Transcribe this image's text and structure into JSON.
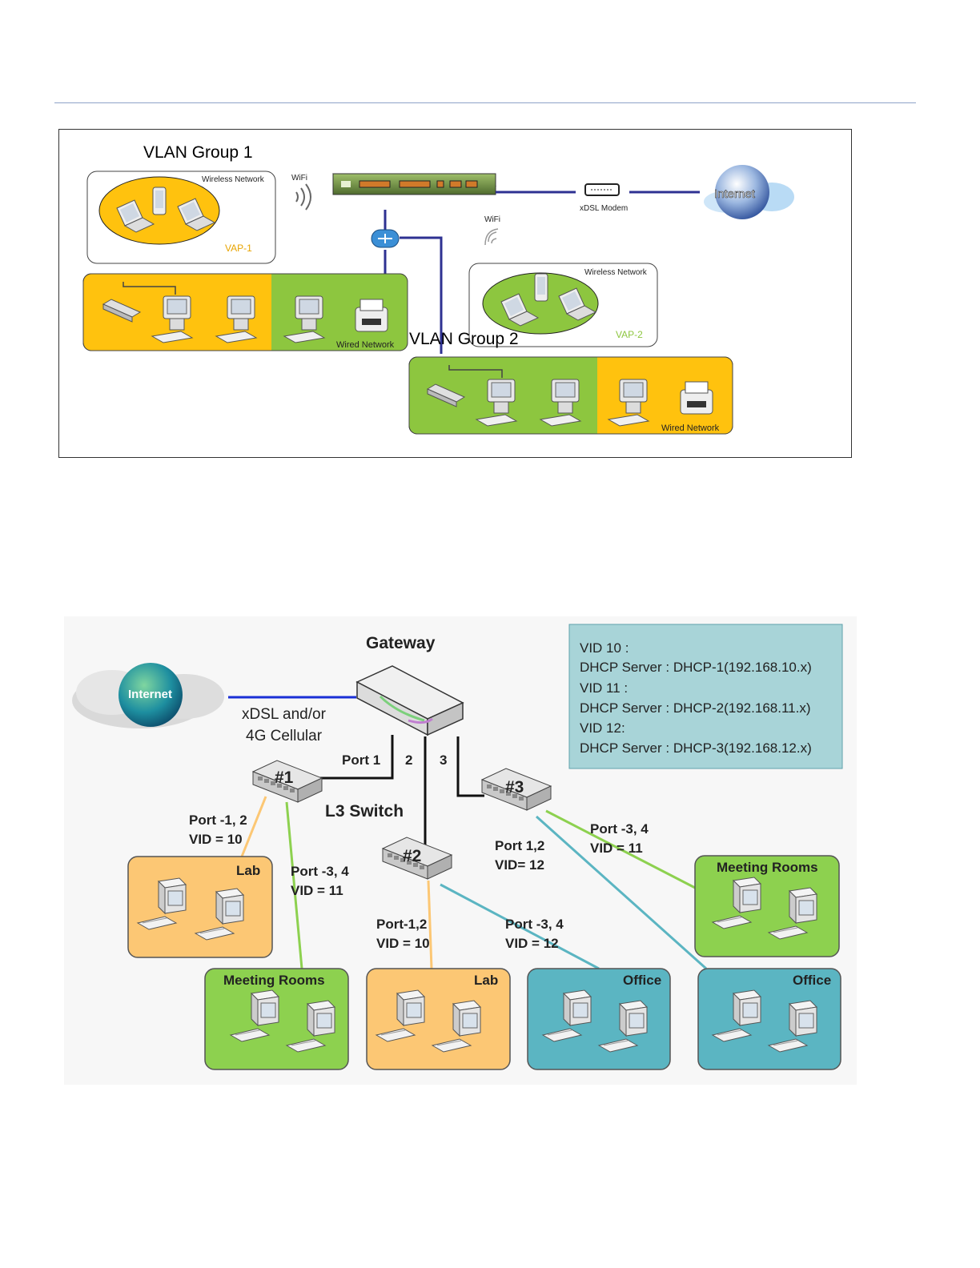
{
  "figure1": {
    "vlan_group_1": "VLAN Group 1",
    "vlan_group_2": "VLAN Group 2",
    "wireless_network_1": "Wireless Network",
    "wireless_network_2": "Wireless Network",
    "vap_1": "VAP-1",
    "vap_2": "VAP-2",
    "wired_network_1": "Wired Network",
    "wired_network_2": "Wired Network",
    "wifi_1": "WiFi",
    "wifi_2": "WiFi",
    "xdsl_modem": "xDSL Modem",
    "internet": "Internet",
    "colors": {
      "yellow": "#ffc20e",
      "green": "#8dc63f",
      "link": "#2e3192"
    }
  },
  "figure2": {
    "gateway": "Gateway",
    "internet": "Internet",
    "uplink_line1": "xDSL and/or",
    "uplink_line2": "4G Cellular",
    "port1": "Port 1",
    "port2": "2",
    "port3": "3",
    "l3_switch": "L3 Switch",
    "switch1": "#1",
    "switch2": "#2",
    "switch3": "#3",
    "info_box": [
      "VID 10 :",
      "DHCP Server : DHCP-1(192.168.10.x)",
      "VID 11 :",
      "DHCP Server : DHCP-2(192.168.11.x)",
      "VID 12:",
      "DHCP Server : DHCP-3(192.168.12.x)"
    ],
    "sw1_port_a": "Port -1, 2",
    "sw1_vid_a": "VID = 10",
    "sw1_port_b": "Port -3, 4",
    "sw1_vid_b": "VID = 11",
    "sw2_port_a": "Port-1,2",
    "sw2_vid_a": "VID = 10",
    "sw2_port_b": "Port -3, 4",
    "sw2_vid_b": "VID = 12",
    "sw3_port_a": "Port 1,2",
    "sw3_vid_a": "VID= 12",
    "sw3_port_b": "Port -3, 4",
    "sw3_vid_b": "VID = 11",
    "groups": [
      "Lab",
      "Meeting Rooms",
      "Lab",
      "Office",
      "Office",
      "Meeting Rooms"
    ],
    "colors": {
      "lab": "#fcc774",
      "meeting": "#8dd14f",
      "office": "#5bb5c2",
      "info": "#a8d4d8"
    }
  }
}
